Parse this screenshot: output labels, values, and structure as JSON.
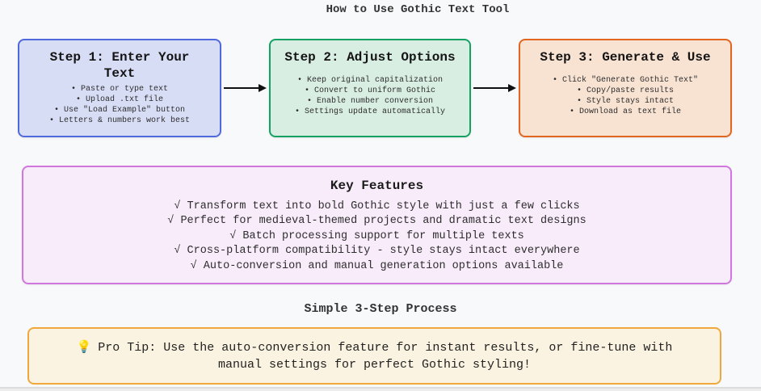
{
  "page": {
    "bg": "#f8f9fa",
    "title": "How to Use Gothic Text Tool",
    "subtitle": "Simple 3-Step Process"
  },
  "steps": [
    {
      "title": "Step 1: Enter Your Text",
      "items": [
        "• Paste or type text",
        "• Upload .txt file",
        "• Use \"Load Example\" button",
        "• Letters & numbers work best"
      ],
      "fill": "#d8ddf6",
      "border": "#5069dd"
    },
    {
      "title": "Step 2: Adjust Options",
      "items": [
        "• Keep original capitalization",
        "• Convert to uniform Gothic",
        "• Enable number conversion",
        "• Settings update automatically"
      ],
      "fill": "#d9eee3",
      "border": "#13a263"
    },
    {
      "title": "Step 3: Generate & Use",
      "items": [
        "• Click \"Generate Gothic Text\"",
        "• Copy/paste results",
        "• Style stays intact",
        "• Download as text file"
      ],
      "fill": "#f8e3d3",
      "border": "#e2661f"
    }
  ],
  "arrows": {
    "color": "#111111"
  },
  "features": {
    "title": "Key Features",
    "items": [
      "√ Transform text into bold Gothic style with just a few clicks",
      "√ Perfect for medieval-themed projects and dramatic text designs",
      "√ Batch processing support for multiple texts",
      "√ Cross-platform compatibility - style stays intact everywhere",
      "√ Auto-conversion and manual generation options available"
    ],
    "fill": "#f8ecfa",
    "border": "#d077de"
  },
  "pro_tip": {
    "icon": "💡",
    "text": "Pro Tip: Use the auto-conversion feature for instant results, or fine-tune with manual settings for perfect Gothic styling!",
    "fill": "#fbf3e1",
    "border": "#f0a83c"
  }
}
